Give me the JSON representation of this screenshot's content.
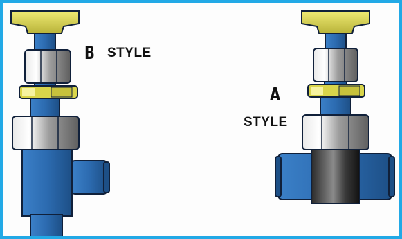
{
  "valve_b": {
    "letter": "B",
    "style_word": "STYLE"
  },
  "valve_a": {
    "letter": "A",
    "style_word": "STYLE"
  },
  "colors": {
    "frame_border": "#22a9e6",
    "body_blue": "#2c6bb0",
    "handle_yellow": "#d9d54a",
    "nut_gray": "#9a9a9a",
    "outline": "#10203a"
  }
}
